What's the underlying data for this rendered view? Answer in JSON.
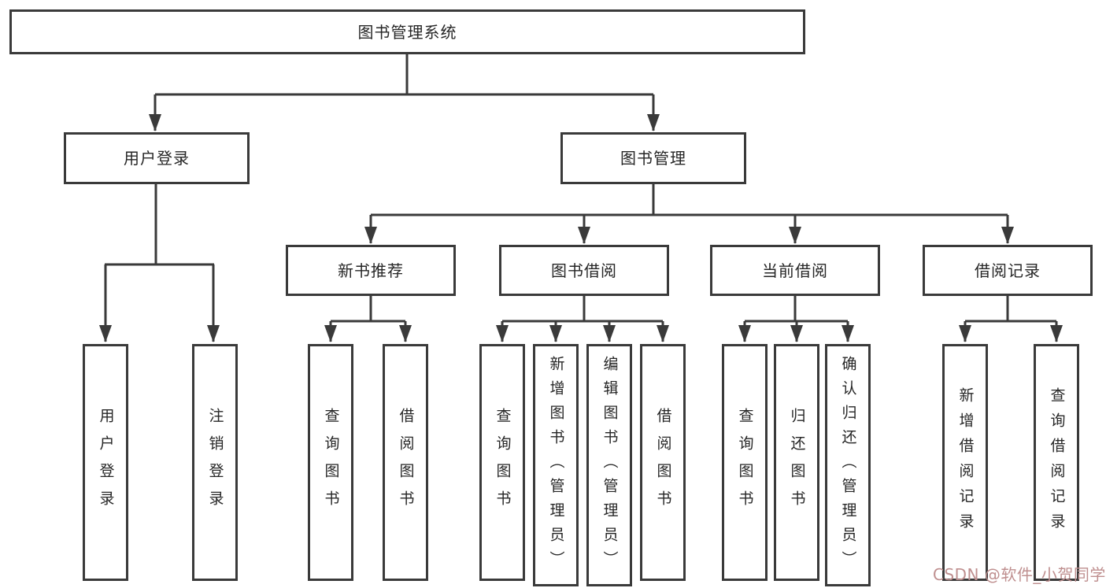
{
  "palette": {
    "line": "#3a3a3a",
    "text": "#262626",
    "background": "#ffffff",
    "watermark": "#bf8f8f"
  },
  "diagram": {
    "type": "hierarchy",
    "root": {
      "label": "图书管理系统"
    },
    "level2": [
      {
        "label": "用户登录",
        "parent": "图书管理系统"
      },
      {
        "label": "图书管理",
        "parent": "图书管理系统"
      }
    ],
    "level3": [
      {
        "label": "新书推荐",
        "parent": "图书管理"
      },
      {
        "label": "图书借阅",
        "parent": "图书管理"
      },
      {
        "label": "当前借阅",
        "parent": "图书管理"
      },
      {
        "label": "借阅记录",
        "parent": "图书管理"
      }
    ],
    "leaves": [
      {
        "label": "用户登录",
        "parent": "用户登录"
      },
      {
        "label": "注销登录",
        "parent": "用户登录"
      },
      {
        "label": "查询图书",
        "parent": "新书推荐"
      },
      {
        "label": "借阅图书",
        "parent": "新书推荐"
      },
      {
        "label": "查询图书",
        "parent": "图书借阅"
      },
      {
        "label": "新增图书（管理员）",
        "parent": "图书借阅"
      },
      {
        "label": "编辑图书（管理员）",
        "parent": "图书借阅"
      },
      {
        "label": "借阅图书",
        "parent": "图书借阅"
      },
      {
        "label": "查询图书",
        "parent": "当前借阅"
      },
      {
        "label": "归还图书",
        "parent": "当前借阅"
      },
      {
        "label": "确认归还（管理员）",
        "parent": "当前借阅"
      },
      {
        "label": "新增借阅记录",
        "parent": "借阅记录"
      },
      {
        "label": "查询借阅记录",
        "parent": "借阅记录"
      }
    ]
  },
  "watermark": {
    "text": "CSDN @软件_小贺同学",
    "color": "#bf8f8f"
  }
}
